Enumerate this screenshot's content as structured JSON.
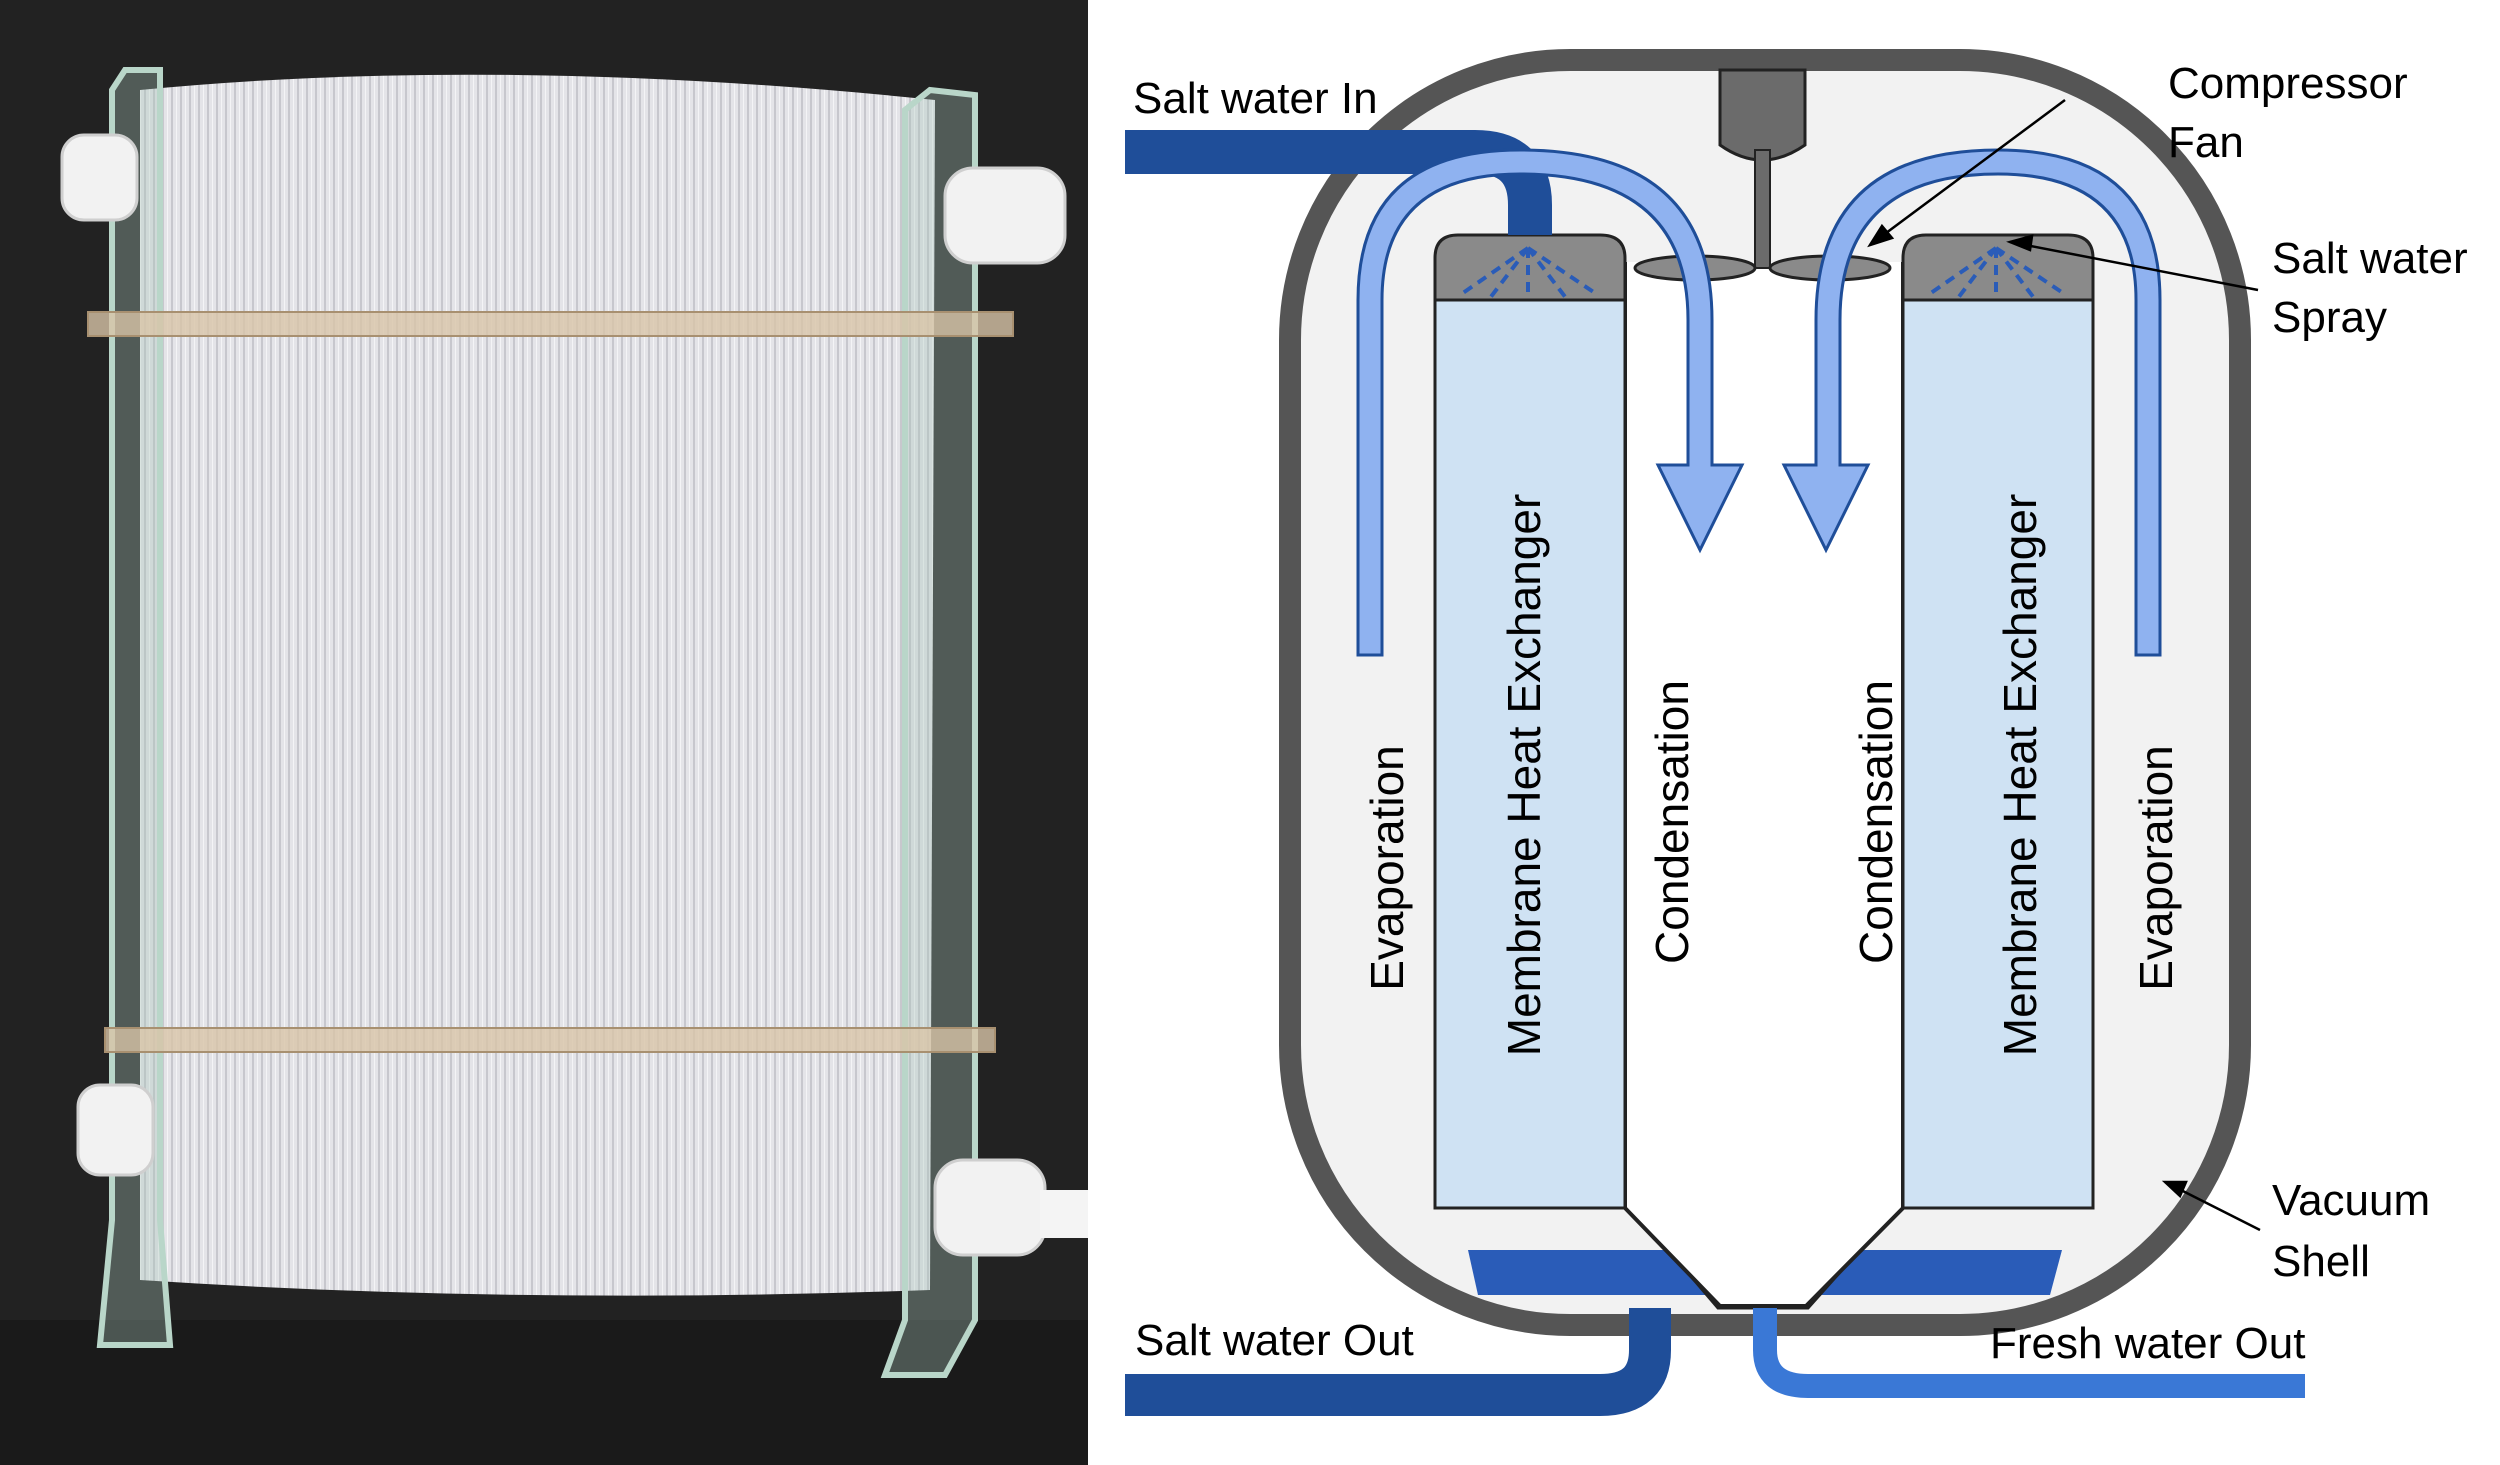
{
  "photo": {
    "subject": "membrane-heat-exchanger-prototype",
    "colors": {
      "background": "#222222",
      "membrane": "#e6e6e9",
      "glass": "#a9c7bb",
      "caps": "#f2f2f2"
    }
  },
  "diagram": {
    "labels": {
      "salt_water_in": "Salt water In",
      "compressor_fan_line1": "Compressor",
      "compressor_fan_line2": "Fan",
      "salt_water_spray_line1": "Salt water",
      "salt_water_spray_line2": "Spray",
      "vacuum_shell_line1": "Vacuum",
      "vacuum_shell_line2": "Shell",
      "salt_water_out": "Salt water Out",
      "fresh_water_out": "Fresh water Out",
      "evaporation_left": "Evaporation",
      "membrane_left": "Membrane Heat Exchanger",
      "condensation_left": "Condensation",
      "condensation_right": "Condensation",
      "membrane_right": "Membrane Heat Exchanger",
      "evaporation_right": "Evaporation"
    },
    "colors": {
      "shell": "#555555",
      "interior": "#f2f2f2",
      "exchanger": "#cfe2f3",
      "spray_head": "#8a8a8a",
      "salt_pipe": "#1f4e99",
      "fresh_pipe": "#3a78d6",
      "flow_arrow": "#8fb2f0",
      "brine_pool": "#2a5cb8"
    }
  }
}
